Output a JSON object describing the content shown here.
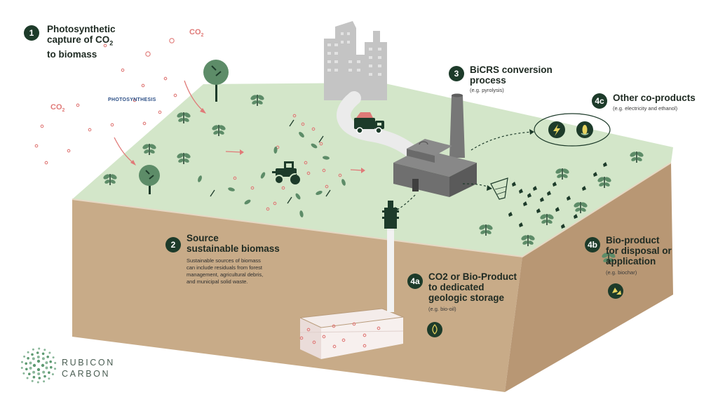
{
  "labels": {
    "co2_top": "CO",
    "co2_left": "CO",
    "co2_subscript": "2",
    "photosynthesis": "PHOTOSYNTHESIS"
  },
  "steps": {
    "s1": {
      "badge": "1",
      "title_line1": "Photosynthetic",
      "title_line2_pre": "capture of CO",
      "title_line2_sub": "2",
      "title_line3": "to biomass"
    },
    "s2": {
      "badge": "2",
      "title_line1": "Source",
      "title_line2": "sustainable biomass",
      "body_line1": "Sustainable sources of biomass",
      "body_line2": "can include residuals from forest",
      "body_line3": "management, agricultural debris,",
      "body_line4": "and municipal solid waste."
    },
    "s3": {
      "badge": "3",
      "title_line1": "BiCRS conversion",
      "title_line2": "process",
      "note": "(e.g. pyrolysis)"
    },
    "s4a": {
      "badge": "4a",
      "title_line1": "CO2 or Bio-Product",
      "title_line2": "to dedicated",
      "title_line3": "geologic storage",
      "note": "(e.g. bio-oil)"
    },
    "s4b": {
      "badge": "4b",
      "title_line1": "Bio-product",
      "title_line2": "for disposal or",
      "title_line3": "application",
      "note": "(e.g. biochar)"
    },
    "s4c": {
      "badge": "4c",
      "title_line1": "Other co-products",
      "note": "(e.g. electricity and ethanol)"
    }
  },
  "brand": {
    "line1": "RUBICON",
    "line2": "CARBON"
  },
  "colors": {
    "grass": "#d3e6c9",
    "soil": "#c8ab88",
    "soil_side": "#b09070",
    "dark_green": "#1d3b2a",
    "co2_red": "#e07a78",
    "building_gray": "#c4c4c4",
    "factory_gray": "#6f6f6f"
  },
  "icons": [
    "tree-icon",
    "sprout-icon",
    "tractor-icon",
    "truck-icon",
    "factory-icon",
    "pipe-icon",
    "storage-tank-icon",
    "lightning-icon",
    "corn-icon",
    "biochar-icon",
    "oil-drop-icon",
    "leaf-drop-icon",
    "rubicon-logo-icon"
  ]
}
